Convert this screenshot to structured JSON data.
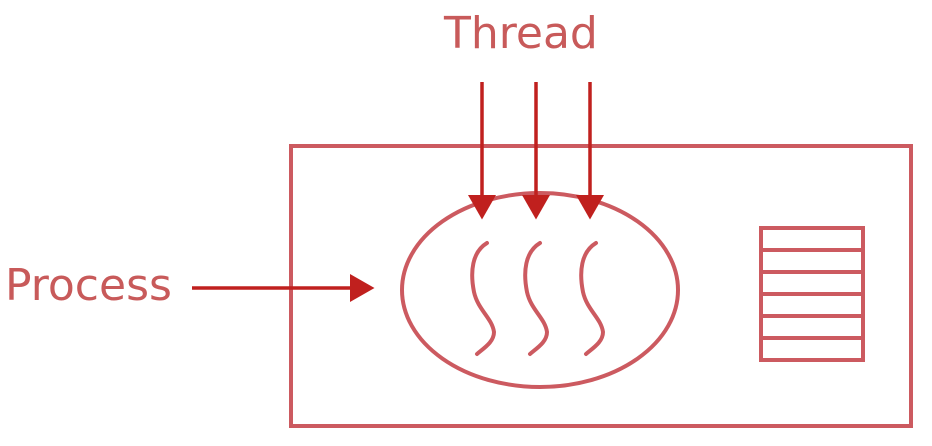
{
  "labels": {
    "thread": "Thread",
    "process": "Process"
  },
  "colors": {
    "label_text": "#c85a5a",
    "box_stroke": "#cc5a60",
    "arrow": "#c0201e"
  },
  "thread_count": 3,
  "stack_rows": 6
}
